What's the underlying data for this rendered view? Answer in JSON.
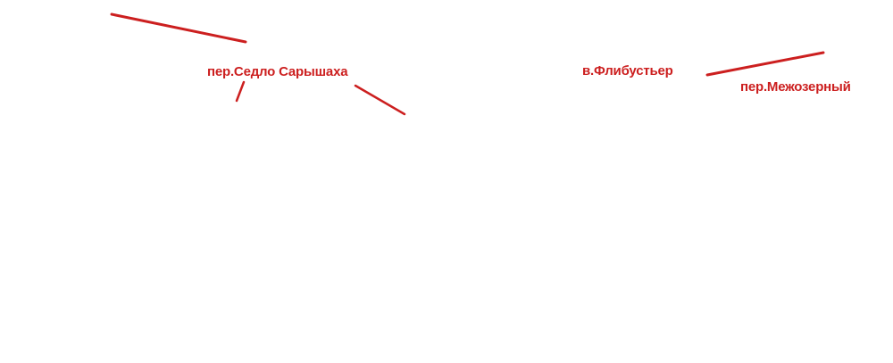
{
  "map": {
    "background_color": "#ffffff",
    "route_color": "#cc1f1f",
    "label_color": "#cc1f1f",
    "labels": [
      {
        "id": "pass-sedlo-saryshakha",
        "text": "пер.Седло Сарышаха"
      },
      {
        "id": "peak-flibustier",
        "text": "в.Флибустьер"
      },
      {
        "id": "pass-mezhozerny",
        "text": "пер.Межозерный"
      }
    ]
  }
}
